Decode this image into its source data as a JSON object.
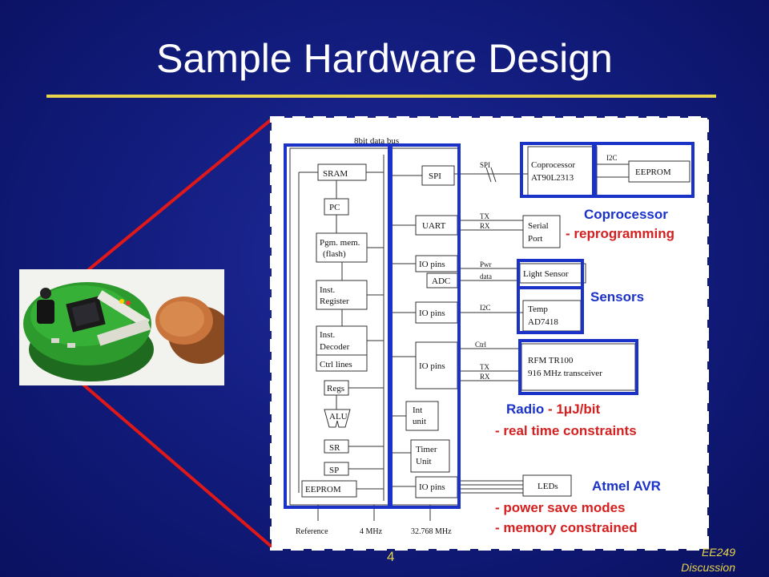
{
  "slide": {
    "title": "Sample Hardware Design",
    "page_number": "4",
    "course_line1": "EE249",
    "course_line2": "Discussion"
  },
  "colors": {
    "background": "#111b7a",
    "title": "#ffffff",
    "rule": "#e8d44a",
    "highlight_box": "#1a32c8",
    "annotation_red": "#d42020",
    "leader_line": "#e01818"
  },
  "diagram": {
    "bus_label": "8bit data bus",
    "mcu_blocks": [
      "SRAM",
      "PC",
      "Pgm. mem.",
      "(flash)",
      "Inst.",
      "Register",
      "Inst.",
      "Decoder",
      "Ctrl lines",
      "Regs",
      "ALU",
      "SR",
      "SP",
      "EEPROM"
    ],
    "peripherals": [
      "SPI",
      "UART",
      "IO pins",
      "ADC",
      "IO pins",
      "IO pins",
      "Int",
      "unit",
      "IO pins",
      "Timer",
      "Unit"
    ],
    "signals": [
      "SPI",
      "TX",
      "RX",
      "Pwr",
      "data",
      "I2C",
      "Ctrl",
      "TX",
      "RX",
      "I2C"
    ],
    "external": {
      "coprocessor_line1": "Coprocessor",
      "coprocessor_line2": "AT90L2313",
      "eeprom": "EEPROM",
      "serial_line1": "Serial",
      "serial_line2": "Port",
      "light_sensor": "Light Sensor",
      "temp_line1": "Temp",
      "temp_line2": "AD7418",
      "radio_line1": "RFM TR100",
      "radio_line2": "916 MHz transceiver",
      "leds": "LEDs"
    },
    "clocks": [
      "Reference",
      "4 MHz",
      "32.768 MHz"
    ]
  },
  "annotations": {
    "coprocessor": "Coprocessor",
    "reprogramming": "- reprogramming",
    "sensors": "Sensors",
    "radio_prefix": "Radio",
    "radio_rate": "- 1μJ/bit",
    "realtime": "- real time constraints",
    "atmel": "Atmel AVR",
    "power_save": "- power save modes",
    "memory": "- memory constrained"
  }
}
